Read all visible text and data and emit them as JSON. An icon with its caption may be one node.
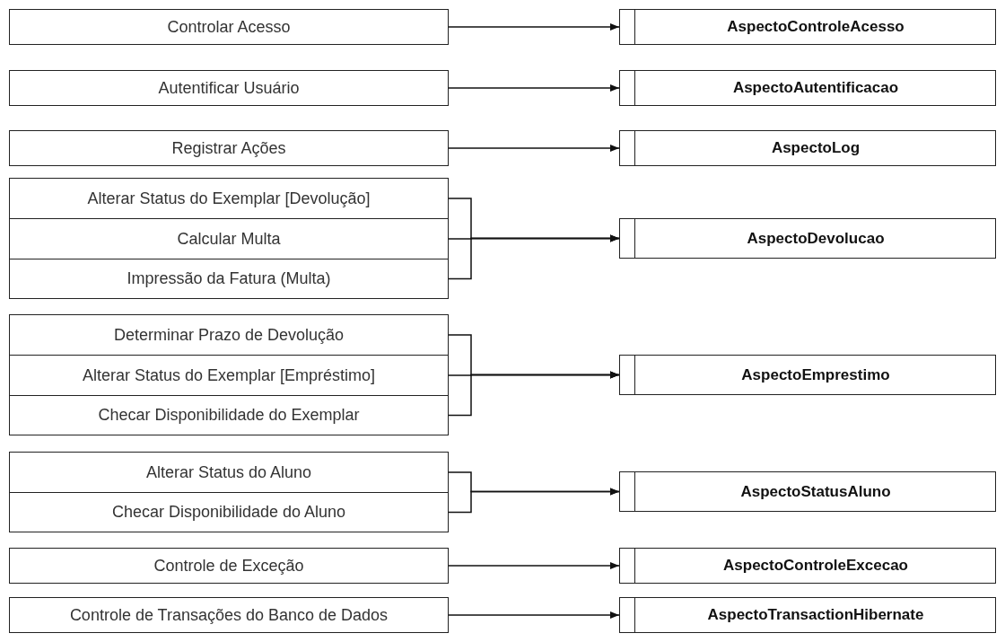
{
  "diagram": {
    "nodes": [
      {
        "text": [
          "Controlar Acesso"
        ]
      },
      {
        "text": [
          "AspectoControleAcesso"
        ]
      },
      {
        "text": [
          "Autentificar Usuário"
        ]
      },
      {
        "text": [
          "AspectoAutentificacao"
        ]
      },
      {
        "text": [
          "Registrar Ações"
        ]
      },
      {
        "text": [
          "AspectoLog"
        ]
      },
      {
        "text": [
          "Alterar Status do Exemplar [Devolução]"
        ]
      },
      {
        "text": [
          "Calcular Multa"
        ]
      },
      {
        "text": [
          "Impressão da Fatura (Multa)"
        ]
      },
      {
        "text": [
          "AspectoDevolucao"
        ]
      },
      {
        "text": [
          "Determinar Prazo de Devolução"
        ]
      },
      {
        "text": [
          "Alterar Status do Exemplar [Empréstimo]"
        ]
      },
      {
        "text": [
          "Checar Disponibilidade do Exemplar"
        ]
      },
      {
        "text": [
          "AspectoEmprestimo"
        ]
      },
      {
        "text": [
          "Alterar Status do Aluno"
        ]
      },
      {
        "text": [
          "Checar Disponibilidade do Aluno"
        ]
      },
      {
        "text": [
          "AspectoStatusAluno"
        ]
      },
      {
        "text": [
          "Controle de Exceção"
        ]
      },
      {
        "text": [
          "AspectoControleExcecao"
        ]
      },
      {
        "text": [
          "Controle de Transações do Banco de Dados"
        ]
      },
      {
        "text": [
          "AspectoTransactionHibernate"
        ]
      }
    ],
    "edges": [
      {
        "from": 0,
        "to": 1,
        "arrow": "to"
      },
      {
        "from": 2,
        "to": 3,
        "arrow": "to"
      },
      {
        "from": 4,
        "to": 5,
        "arrow": "to"
      },
      {
        "from": 6,
        "to": 9,
        "arrow": "to"
      },
      {
        "from": 7,
        "to": 9,
        "arrow": "to"
      },
      {
        "from": 8,
        "to": 9,
        "arrow": "to"
      },
      {
        "from": 10,
        "to": 13,
        "arrow": "to"
      },
      {
        "from": 11,
        "to": 13,
        "arrow": "to"
      },
      {
        "from": 12,
        "to": 13,
        "arrow": "to"
      },
      {
        "from": 14,
        "to": 16,
        "arrow": "to"
      },
      {
        "from": 15,
        "to": 16,
        "arrow": "to"
      },
      {
        "from": 17,
        "to": 18,
        "arrow": "to"
      },
      {
        "from": 19,
        "to": 20,
        "arrow": "to"
      }
    ]
  }
}
